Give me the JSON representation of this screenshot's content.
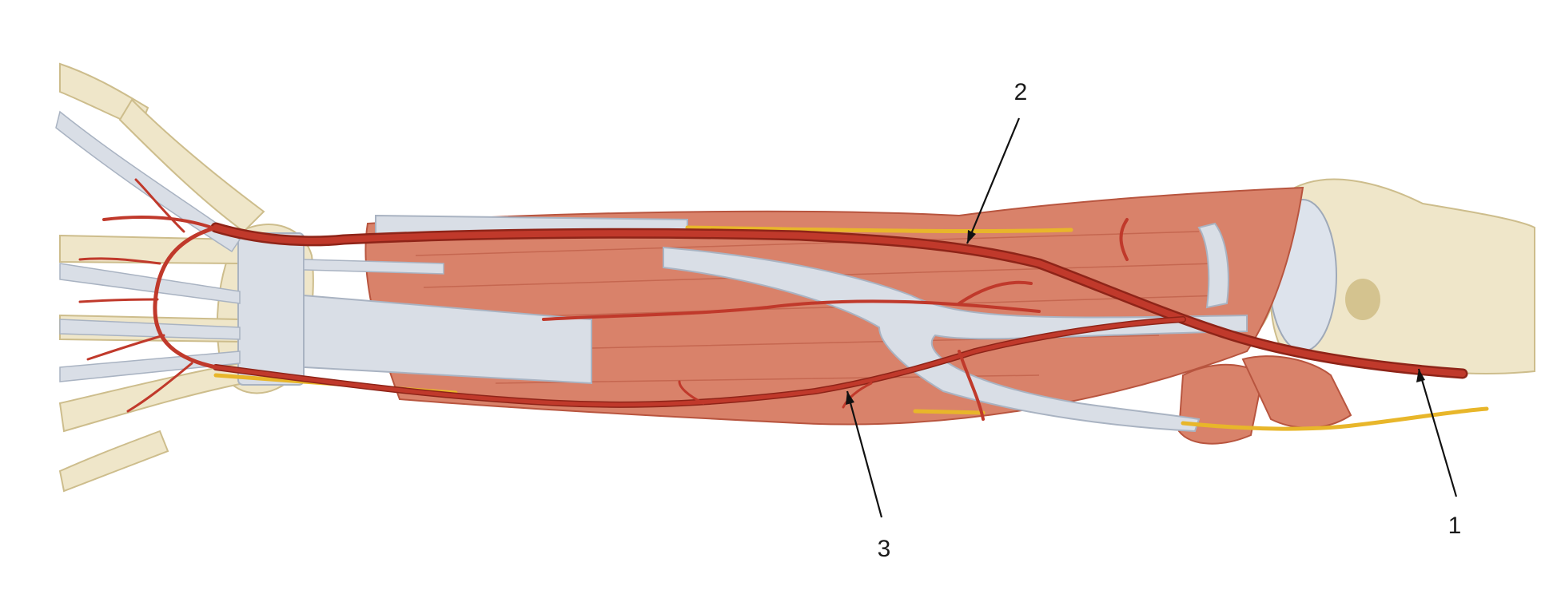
{
  "labels": {
    "one": "1",
    "two": "2",
    "three": "3"
  },
  "colors": {
    "background": "#ffffff",
    "bone": "#efe6c9",
    "bone_shadow": "#d9cba0",
    "muscle": "#d9826a",
    "muscle_dark": "#b8553f",
    "tendon": "#d9dee6",
    "tendon_edge": "#a9b3c2",
    "artery": "#c0392b",
    "artery_dark": "#8e2418",
    "nerve": "#e8b62a",
    "leader_line": "#111111"
  }
}
